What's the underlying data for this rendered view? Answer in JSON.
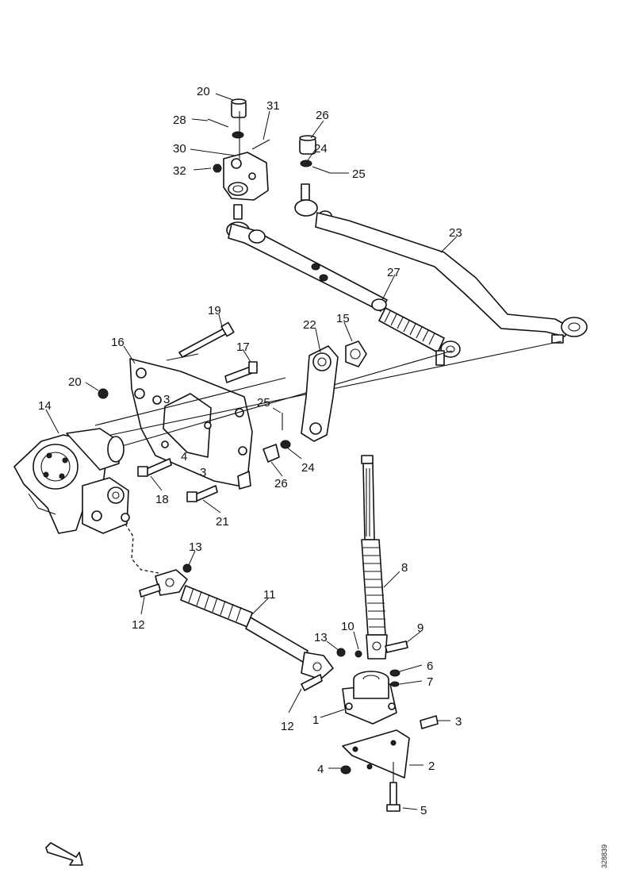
{
  "labels": {
    "l1": "1",
    "l2": "2",
    "l3": "3",
    "l4": "4",
    "l5": "5",
    "l6": "6",
    "l7": "7",
    "l8": "8",
    "l9": "9",
    "l10": "10",
    "l11": "11",
    "l12a": "12",
    "l12b": "12",
    "l13a": "13",
    "l13b": "13",
    "l14": "14",
    "l15": "15",
    "l16": "16",
    "l17": "17",
    "l18": "18",
    "l19": "19",
    "l20a": "20",
    "l20b": "20",
    "l21": "21",
    "l22": "22",
    "l23": "23",
    "l24a": "24",
    "l24b": "24",
    "l25a": "25",
    "l25b": "25",
    "l26a": "26",
    "l26b": "26",
    "l27": "27",
    "l28": "28",
    "l30": "30",
    "l31": "31",
    "l32": "32"
  },
  "plate_marks": {
    "a": "3",
    "b": "4",
    "c": "3"
  },
  "drawing_id": "328839",
  "direction_arrow": "forward-direction-arrow-icon"
}
